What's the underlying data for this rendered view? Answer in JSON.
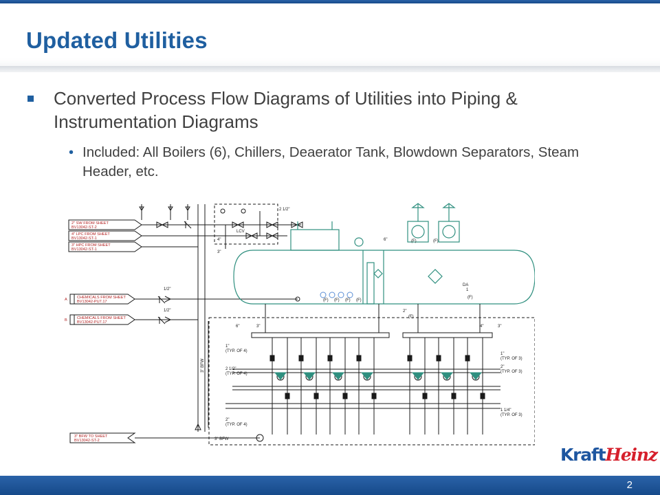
{
  "slide": {
    "title": "Updated Utilities",
    "page_number": "2",
    "accent_color": "#1f5fa0",
    "bar_color": "#1a4f92"
  },
  "bullets": [
    {
      "level": 1,
      "text": "Converted Process Flow Diagrams of Utilities into Piping & Instrumentation Diagrams"
    },
    {
      "level": 2,
      "text": "Included: All Boilers (6), Chillers, Deaerator Tank, Blowdown Separators, Steam Header, etc."
    }
  ],
  "diagram": {
    "line_color": "#1a1a1a",
    "vessel_color": "#2f8f7f",
    "off_sheet_labels": [
      {
        "title": "2\" SW FROM SHEET",
        "ref": "BV13042-ST-2"
      },
      {
        "title": "4\" LPC FROM SHEET",
        "ref": "BV13042-ST-1"
      },
      {
        "title": "3\" HPC FROM SHEET",
        "ref": "BV13042-ST-1"
      },
      {
        "title": "CHEMICALS FROM SHEET",
        "ref": "BV13042-PU7.17",
        "tag": "A"
      },
      {
        "title": "CHEMICALS FROM SHEET",
        "ref": "BV13042-PU7.17",
        "tag": "B"
      },
      {
        "title": "3\" BFW TO SHEET",
        "ref": "BV13042-ST-2"
      }
    ],
    "annotations": {
      "pipe_half_inch": "1/2\"",
      "pipe_2_half": "2 1/2\"",
      "pipe_4": "4\"",
      "pipe_3": "3\"",
      "pipe_6": "6\"",
      "pipe_2": "2\"",
      "bfw": "3\" BFW",
      "bfw_vertical": "3\" BFW",
      "typ4_1": "1\"",
      "typ4_1_note": "(TYP. OF 4)",
      "typ4_2h": "2 1/2\"",
      "typ4_2h_note": "(TYP. OF 4)",
      "typ4_2": "2\"",
      "typ4_2_note": "(TYP. OF 4)",
      "typ3_1": "1\"",
      "typ3_1_note": "(TYP. OF 3)",
      "typ3_2": "2\"",
      "typ3_2_note": "(TYP. OF 3)",
      "typ3_14": "1 1/4\"",
      "typ3_14_note": "(TYP. OF 3)",
      "da_tag": "DA",
      "da_num": "1",
      "f": "(F)",
      "lcv": "LCV"
    }
  },
  "logo": {
    "part1": "Kraft",
    "part2": "Heinz"
  }
}
